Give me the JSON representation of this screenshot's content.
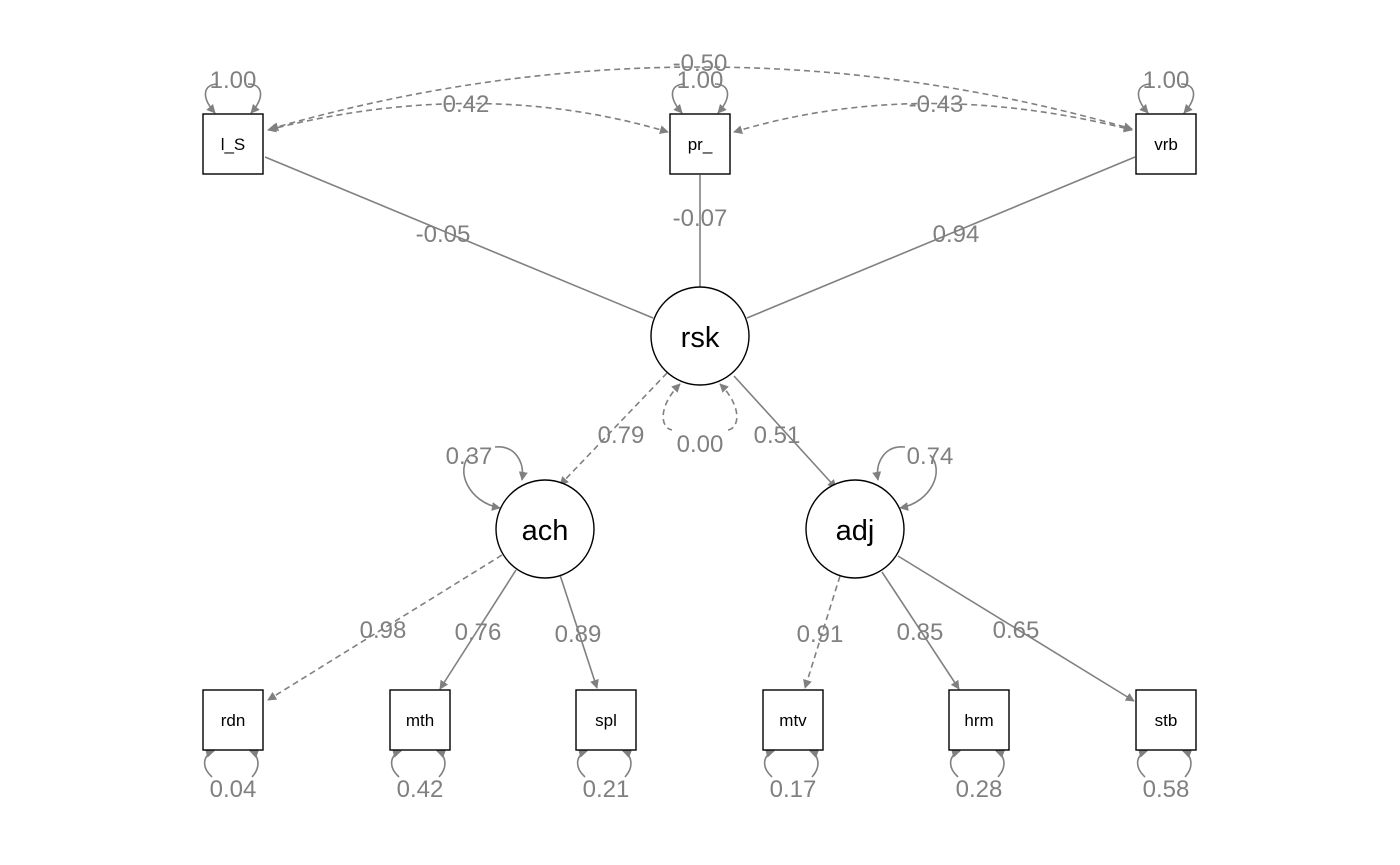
{
  "nodes": {
    "l_s": {
      "label": "l_S",
      "kind": "observed"
    },
    "pr": {
      "label": "pr_",
      "kind": "observed"
    },
    "vrb": {
      "label": "vrb",
      "kind": "observed"
    },
    "rsk": {
      "label": "rsk",
      "kind": "latent"
    },
    "ach": {
      "label": "ach",
      "kind": "latent"
    },
    "adj": {
      "label": "adj",
      "kind": "latent"
    },
    "rdn": {
      "label": "rdn",
      "kind": "observed"
    },
    "mth": {
      "label": "mth",
      "kind": "observed"
    },
    "spl": {
      "label": "spl",
      "kind": "observed"
    },
    "mtv": {
      "label": "mtv",
      "kind": "observed"
    },
    "hrm": {
      "label": "hrm",
      "kind": "observed"
    },
    "stb": {
      "label": "stb",
      "kind": "observed"
    }
  },
  "edges": {
    "ls_rsk": {
      "from": "l_s",
      "to": "rsk",
      "label": "-0.05",
      "style": "solid"
    },
    "pr_rsk": {
      "from": "pr",
      "to": "rsk",
      "label": "-0.07",
      "style": "solid"
    },
    "vrb_rsk": {
      "from": "vrb",
      "to": "rsk",
      "label": "0.94",
      "style": "solid"
    },
    "rsk_ach": {
      "from": "rsk",
      "to": "ach",
      "label": "0.79",
      "style": "dashed"
    },
    "rsk_adj": {
      "from": "rsk",
      "to": "adj",
      "label": "0.51",
      "style": "solid"
    },
    "ach_rdn": {
      "from": "ach",
      "to": "rdn",
      "label": "0.98",
      "style": "dashed"
    },
    "ach_mth": {
      "from": "ach",
      "to": "mth",
      "label": "0.76",
      "style": "solid"
    },
    "ach_spl": {
      "from": "ach",
      "to": "spl",
      "label": "0.89",
      "style": "solid"
    },
    "adj_mtv": {
      "from": "adj",
      "to": "mtv",
      "label": "0.91",
      "style": "dashed"
    },
    "adj_hrm": {
      "from": "adj",
      "to": "hrm",
      "label": "0.85",
      "style": "solid"
    },
    "adj_stb": {
      "from": "adj",
      "to": "stb",
      "label": "0.65",
      "style": "solid"
    }
  },
  "covariances": {
    "ls_pr": {
      "between": [
        "l_s",
        "pr"
      ],
      "label": "0.42"
    },
    "pr_vrb": {
      "between": [
        "pr",
        "vrb"
      ],
      "label": "-0.43"
    },
    "ls_vrb": {
      "between": [
        "l_s",
        "vrb"
      ],
      "label": "-0.50"
    }
  },
  "variances": {
    "l_s": "1.00",
    "pr": "1.00",
    "vrb": "1.00",
    "rsk": "0.00",
    "ach": "0.37",
    "adj": "0.74",
    "rdn": "0.04",
    "mth": "0.42",
    "spl": "0.21",
    "mtv": "0.17",
    "hrm": "0.28",
    "stb": "0.58"
  },
  "colors": {
    "edge": "#808080",
    "node_stroke": "#000000",
    "background": "#ffffff"
  }
}
